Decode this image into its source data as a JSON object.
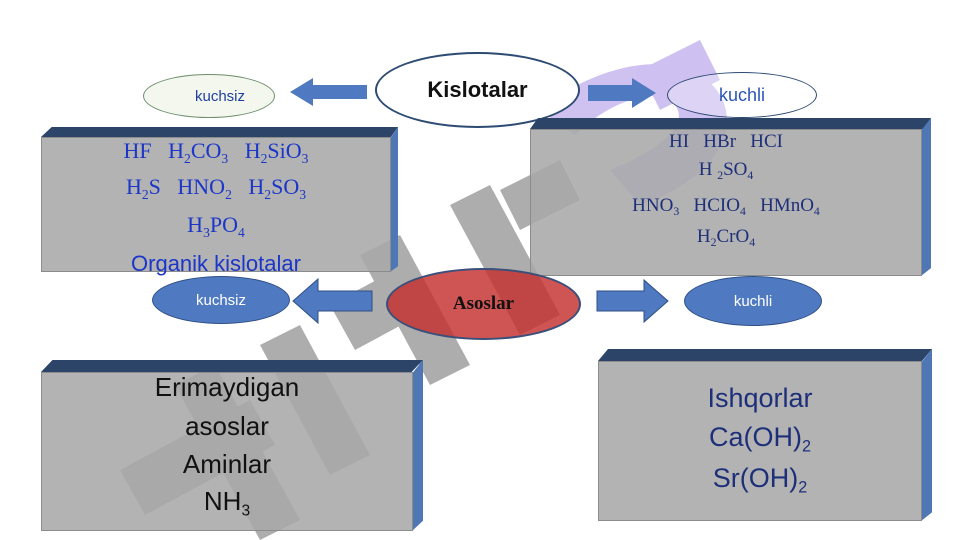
{
  "center_top": {
    "label": "Kislotalar"
  },
  "acids": {
    "weak_label": "kuchsiz",
    "strong_label": "kuchli",
    "weak_lines": [
      [
        "HF",
        "H<sub>2</sub>CO<sub>3</sub>",
        "H<sub>2</sub>SiO<sub>3</sub>"
      ],
      [
        "H<sub>2</sub>S",
        "HNO<sub>2</sub>",
        "H<sub>2</sub>SO<sub>3</sub>"
      ],
      [
        "H<sub>3</sub>PO<sub>4</sub>"
      ]
    ],
    "weak_extra": "Organik kislotalar",
    "strong_lines": [
      [
        "HI",
        "HBr",
        "HCI"
      ],
      [
        "H <sub>2</sub>SO<sub>4</sub>"
      ],
      [
        "HNO<sub>3</sub>",
        "HCIO<sub>4</sub>",
        "HMnO<sub>4</sub>"
      ],
      [
        "H<sub>2</sub>CrO<sub>4</sub>"
      ]
    ]
  },
  "center_bottom": {
    "label": "Asoslar"
  },
  "bases": {
    "weak_label": "kuchsiz",
    "strong_label": "kuchli",
    "weak_lines": [
      "Erimaydigan",
      "asoslar",
      "Aminlar",
      "NH<sub>3</sub>"
    ],
    "strong_lines": [
      "Ishqorlar",
      "Ca(OH)<sub>2</sub>",
      "Sr(OH)<sub>2</sub>"
    ]
  },
  "colors": {
    "box_front": "#a8a8a8",
    "box_top": "#2b4468",
    "box_side": "#4f77b4",
    "arrow": "#4f7ac1",
    "asoslar_fill": "#c4302e",
    "acid_formula_text": "#1b36c8"
  },
  "watermark": {
    "kind": "gray-purple-diagonal-glyph"
  }
}
